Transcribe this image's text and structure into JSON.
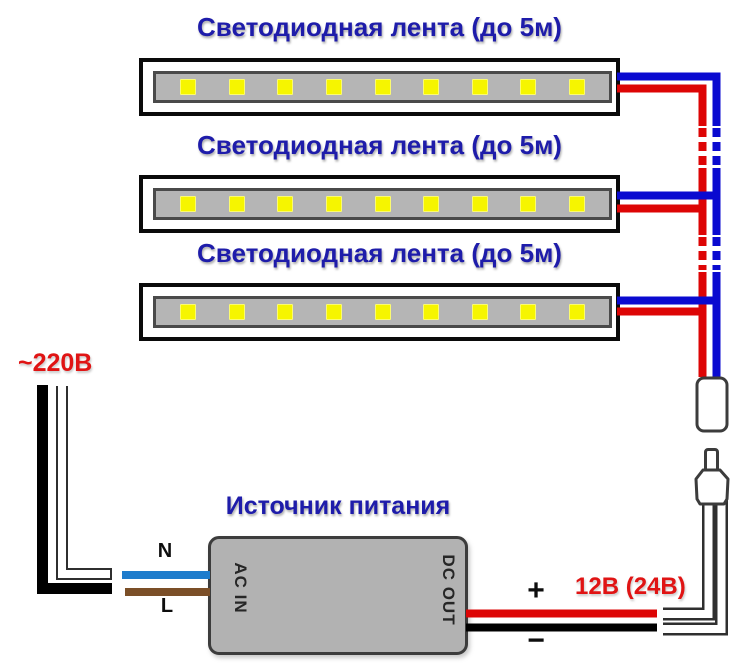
{
  "strips": [
    {
      "label": "Светодиодная лента (до 5м)",
      "led_count": 9
    },
    {
      "label": "Светодиодная лента (до 5м)",
      "led_count": 9
    },
    {
      "label": "Светодиодная лента (до 5м)",
      "led_count": 9
    }
  ],
  "power_supply": {
    "title": "Источник питания",
    "ac_in_label": "AC IN",
    "dc_out_label": "DC OUT"
  },
  "ac_input": {
    "voltage_label": "~220В",
    "neutral_label": "N",
    "line_label": "L"
  },
  "dc_output": {
    "voltage_label": "12В (24В)",
    "plus_label": "+",
    "minus_label": "−"
  },
  "colors": {
    "label_blue": "#1e1caa",
    "text_red": "#e01414",
    "wire_red": "#dd0505",
    "wire_blue": "#0a0ad0",
    "wire_neutral_blue": "#1e7ccc",
    "wire_line_brown": "#7b4f28",
    "wire_black": "#000000",
    "led_yellow": "#f6f500",
    "strip_gray": "#b5b5b5",
    "psu_gray": "#b2b2b2"
  }
}
